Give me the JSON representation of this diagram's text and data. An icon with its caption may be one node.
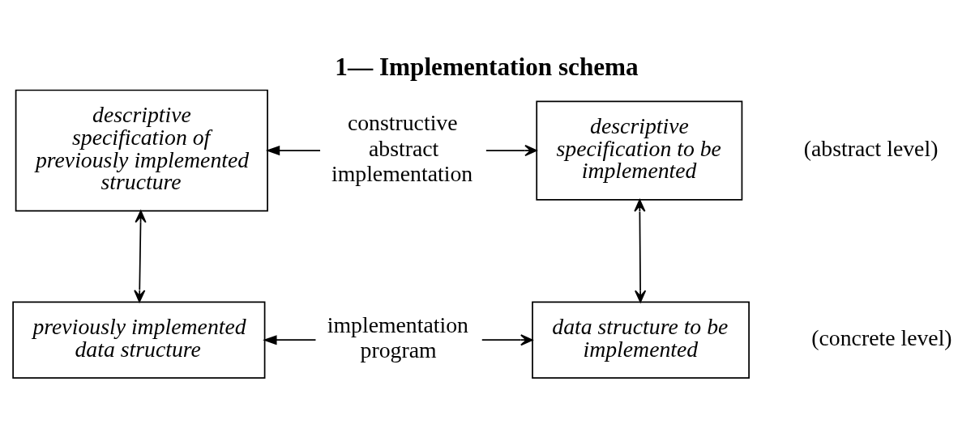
{
  "diagram": {
    "title": "1— Implementation schema",
    "nodes": [
      {
        "text": [
          "descriptive specification of previously implemented structure"
        ]
      },
      {
        "text": [
          "constructive abstract implementation"
        ]
      },
      {
        "text": [
          "descriptive specification to be implemented"
        ]
      },
      {
        "text": [
          "previously implemented data structure"
        ]
      },
      {
        "text": [
          "implementation program"
        ]
      },
      {
        "text": [
          "data structure to be implemented"
        ]
      }
    ],
    "edges": [
      {
        "from": 1,
        "to": 0,
        "arrow": "to"
      },
      {
        "from": 1,
        "to": 2,
        "arrow": "to"
      },
      {
        "from": 0,
        "to": 3,
        "arrow": "both"
      },
      {
        "from": 2,
        "to": 5,
        "arrow": "both"
      },
      {
        "from": 4,
        "to": 3,
        "arrow": "to"
      },
      {
        "from": 4,
        "to": 5,
        "arrow": "to"
      }
    ],
    "labels": [
      "(abstract level)",
      "(concrete level)"
    ]
  }
}
